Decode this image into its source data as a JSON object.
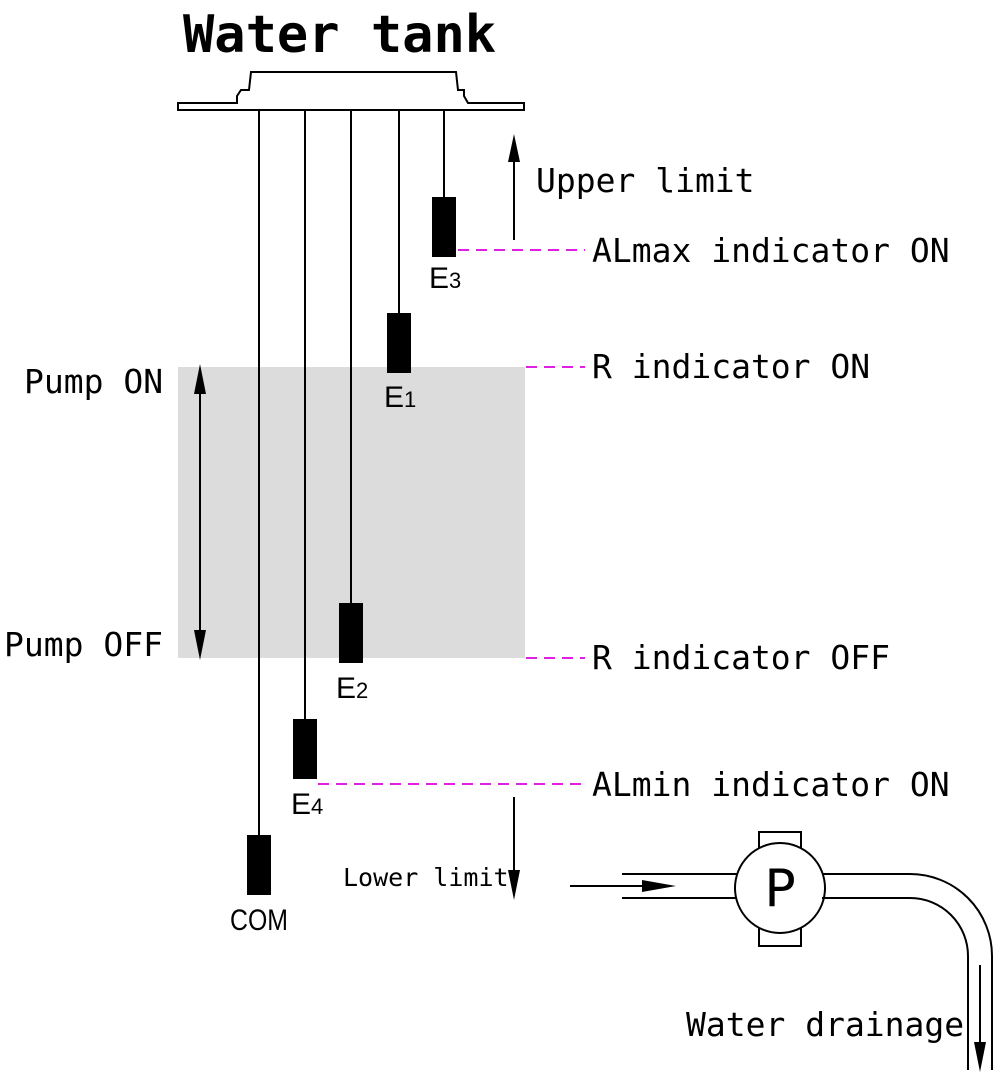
{
  "title": "Water tank",
  "labels": {
    "upper_limit": "Upper limit",
    "lower_limit": "Lower limit",
    "pump_on": "Pump ON",
    "pump_off": "Pump OFF",
    "almax_on": "ALmax indicator ON",
    "r_on": "R indicator ON",
    "r_off": "R indicator OFF",
    "almin_on": "ALmin indicator ON",
    "water_drainage": "Water drainage",
    "pump_symbol": "P"
  },
  "electrodes": {
    "e3": {
      "letter": "E",
      "index": "3"
    },
    "e1": {
      "letter": "E",
      "index": "1"
    },
    "e2": {
      "letter": "E",
      "index": "2"
    },
    "e4": {
      "letter": "E",
      "index": "4"
    },
    "com": {
      "label": "COM"
    }
  },
  "colors": {
    "line": "#000000",
    "dashed_leader": "#e020e0",
    "pump_zone": "#dcdcdc"
  }
}
